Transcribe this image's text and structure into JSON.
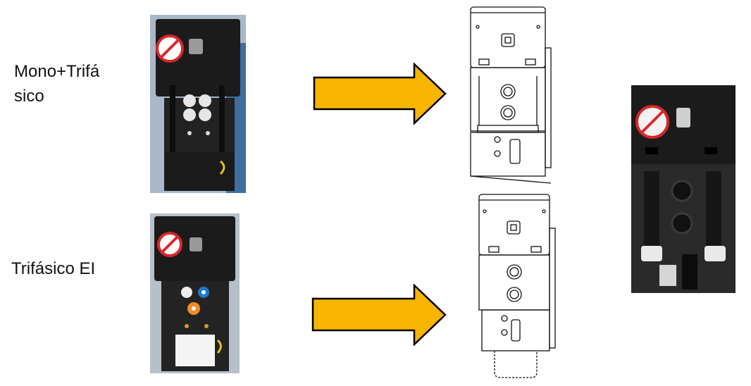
{
  "labels": {
    "mono_trifasico": "Mono+Trifá\nsico",
    "trifasico_ei": "Trifásico EI"
  },
  "colors": {
    "arrow_fill": "#f7b500",
    "arrow_stroke": "#000000",
    "actuator_body": "#1b1b1b",
    "warning_red": "#d9262b"
  },
  "images": {
    "top_photo": "actuator-mono-trifasico-photo",
    "bottom_photo": "actuator-trifasico-ei-photo",
    "top_drawing": "actuator-line-drawing-top",
    "bottom_drawing": "actuator-line-drawing-bottom",
    "right_photo": "actuator-closeup-photo"
  }
}
